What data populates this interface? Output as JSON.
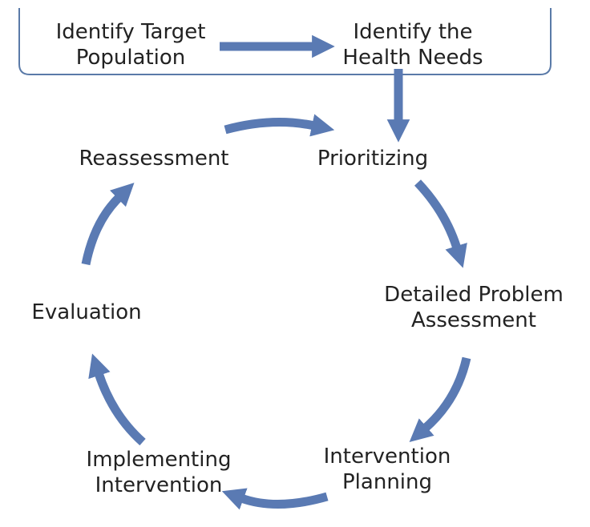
{
  "colors": {
    "arrow": "#5a7ab3",
    "box_border": "#5a7aa8",
    "text": "#222222",
    "background": "#ffffff"
  },
  "header": {
    "target_population": {
      "line1": "Identify Target",
      "line2": "Population"
    },
    "health_needs": {
      "line1": "Identify the",
      "line2": "Health Needs"
    }
  },
  "cycle": {
    "prioritizing": "Prioritizing",
    "detailed_problem": {
      "line1": "Detailed Problem",
      "line2": "Assessment"
    },
    "intervention_planning": {
      "line1": "Intervention",
      "line2": "Planning"
    },
    "implementing": {
      "line1": "Implementing",
      "line2": "Intervention"
    },
    "evaluation": "Evaluation",
    "reassessment": "Reassessment"
  }
}
